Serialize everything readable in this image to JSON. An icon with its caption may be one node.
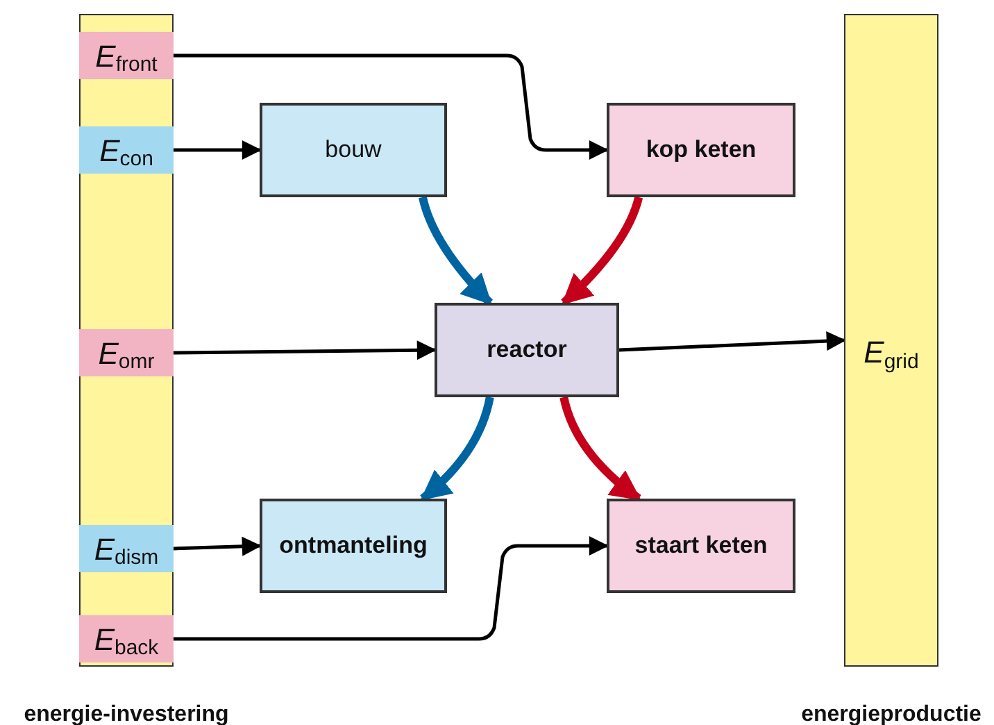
{
  "diagram": {
    "nodes": [
      {
        "text": [
          "energie-investering"
        ]
      },
      {
        "text": [
          "*E*$_{front}$"
        ],
        "in": 0
      },
      {
        "text": [
          "*E*$_{con}$"
        ],
        "in": 0
      },
      {
        "text": [
          "*E*$_{omr}$"
        ],
        "in": 0
      },
      {
        "text": [
          "*E*$_{dism}$"
        ],
        "in": 0
      },
      {
        "text": [
          "*E*$_{back}$"
        ],
        "in": 0
      },
      {
        "text": [
          "bouw"
        ]
      },
      {
        "text": [
          "kop keten"
        ]
      },
      {
        "text": [
          "reactor"
        ]
      },
      {
        "text": [
          "ontmanteling"
        ]
      },
      {
        "text": [
          "staart keten"
        ]
      },
      {
        "text": [
          "*E*$_{grid}$",
          "energieproductie"
        ]
      }
    ],
    "edges": [
      {
        "from": 1,
        "to": 7,
        "arrow": "to"
      },
      {
        "from": 2,
        "to": 6,
        "arrow": "to"
      },
      {
        "from": 3,
        "to": 8,
        "arrow": "to"
      },
      {
        "from": 4,
        "to": 9,
        "arrow": "to"
      },
      {
        "from": 5,
        "to": 10,
        "arrow": "to"
      },
      {
        "from": 8,
        "to": 11,
        "arrow": "to"
      },
      {
        "from": 6,
        "to": 8,
        "arrow": "to",
        "style": "thick",
        "color": "#0064a0"
      },
      {
        "from": 7,
        "to": 8,
        "arrow": "to",
        "style": "thick",
        "color": "#c4001a"
      },
      {
        "from": 8,
        "to": 9,
        "arrow": "to",
        "style": "thick",
        "color": "#0064a0"
      },
      {
        "from": 8,
        "to": 10,
        "arrow": "to",
        "style": "thick",
        "color": "#c4001a"
      }
    ]
  }
}
